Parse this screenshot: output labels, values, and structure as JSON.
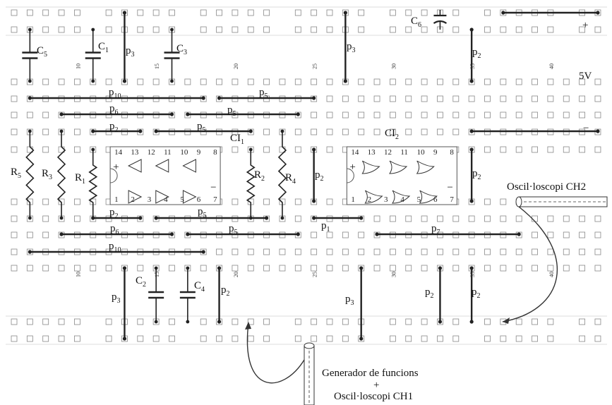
{
  "title": "",
  "components": {
    "capacitors": [
      {
        "name": "C",
        "sub": "5"
      },
      {
        "name": "C",
        "sub": "1"
      },
      {
        "name": "C",
        "sub": "3"
      },
      {
        "name": "C",
        "sub": "2"
      },
      {
        "name": "C",
        "sub": "4"
      },
      {
        "name": "C",
        "sub": "6"
      }
    ],
    "resistors": [
      {
        "name": "R",
        "sub": "5"
      },
      {
        "name": "R",
        "sub": "3"
      },
      {
        "name": "R",
        "sub": "1"
      },
      {
        "name": "R",
        "sub": "2"
      },
      {
        "name": "R",
        "sub": "4"
      }
    ],
    "ics": [
      {
        "name": "CI",
        "sub": "1"
      },
      {
        "name": "CI",
        "sub": "2"
      }
    ]
  },
  "wires": {
    "p1": {
      "name": "p",
      "sub": "1"
    },
    "p2": {
      "name": "p",
      "sub": "2"
    },
    "p3": {
      "name": "p",
      "sub": "3"
    },
    "p5": {
      "name": "p",
      "sub": "5"
    },
    "p6": {
      "name": "p",
      "sub": "6"
    },
    "p7": {
      "name": "p",
      "sub": "7"
    },
    "p10": {
      "name": "p",
      "sub": "10"
    }
  },
  "column_numbers": [
    "10",
    "15",
    "20",
    "25",
    "30",
    "35",
    "40"
  ],
  "ic_pins": {
    "top": [
      "14",
      "13",
      "12",
      "11",
      "10",
      "9",
      "8"
    ],
    "bottom": [
      "1",
      "2",
      "3",
      "4",
      "5",
      "6",
      "7"
    ]
  },
  "supply": {
    "voltage": "5V",
    "plus": "+",
    "minus": "−"
  },
  "instruments": {
    "ch2": "Oscil·loscopi CH2",
    "generator": "Generador de funcions",
    "plus": "+",
    "ch1": "Oscil·loscopi CH1"
  }
}
